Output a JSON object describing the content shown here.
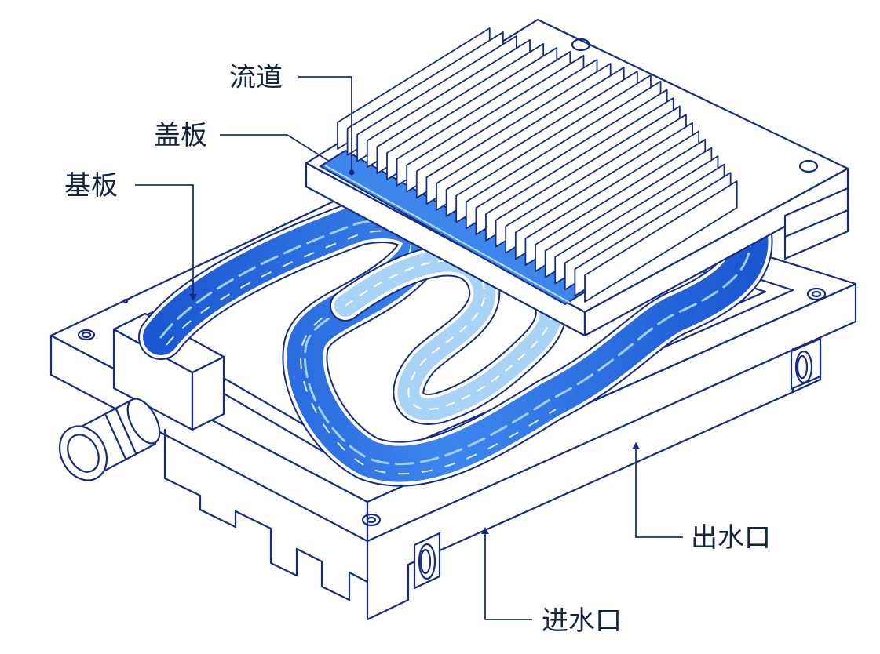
{
  "labels": {
    "channel": "流道",
    "cover": "盖板",
    "base": "基板",
    "outlet": "出水口",
    "inlet": "进水口"
  },
  "colors": {
    "ink": "#142c84",
    "water_dark": "#1e5fd6",
    "water_mid": "#4f8ff0",
    "water_light": "#a9d4f7",
    "water_pale": "#dff0fc"
  }
}
